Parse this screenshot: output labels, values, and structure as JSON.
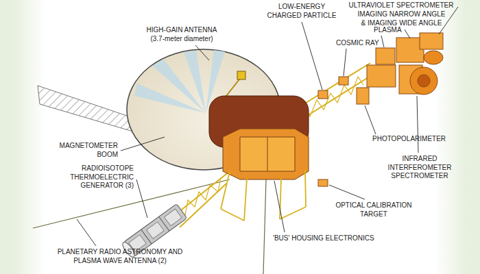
{
  "diagram": {
    "labels": [
      "LOW-ENERGY CHARGED PARTICLE",
      "ULTRAVIOLET SPECTROMETER",
      "IMAGING NARROW ANGLE & IMAGING WIDE ANGLE",
      "HIGH-GAIN ANTENNA (3.7-meter diameter)",
      "PLASMA",
      "COSMIC RAY",
      "MAGNETOMETER BOOM",
      "RADIOISOTOPE THERMOELECTRIC GENERATOR (3)",
      "PHOTOPOLARIMETER",
      "INFRARED INTERFEROMETER SPECTROMETER",
      "OPTICAL CALIBRATION TARGET",
      "'BUS' HOUSING ELECTRONICS",
      "PLANETARY RADIO ASTRONOMY AND PLASMA WAVE ANTENNA (2)"
    ]
  }
}
